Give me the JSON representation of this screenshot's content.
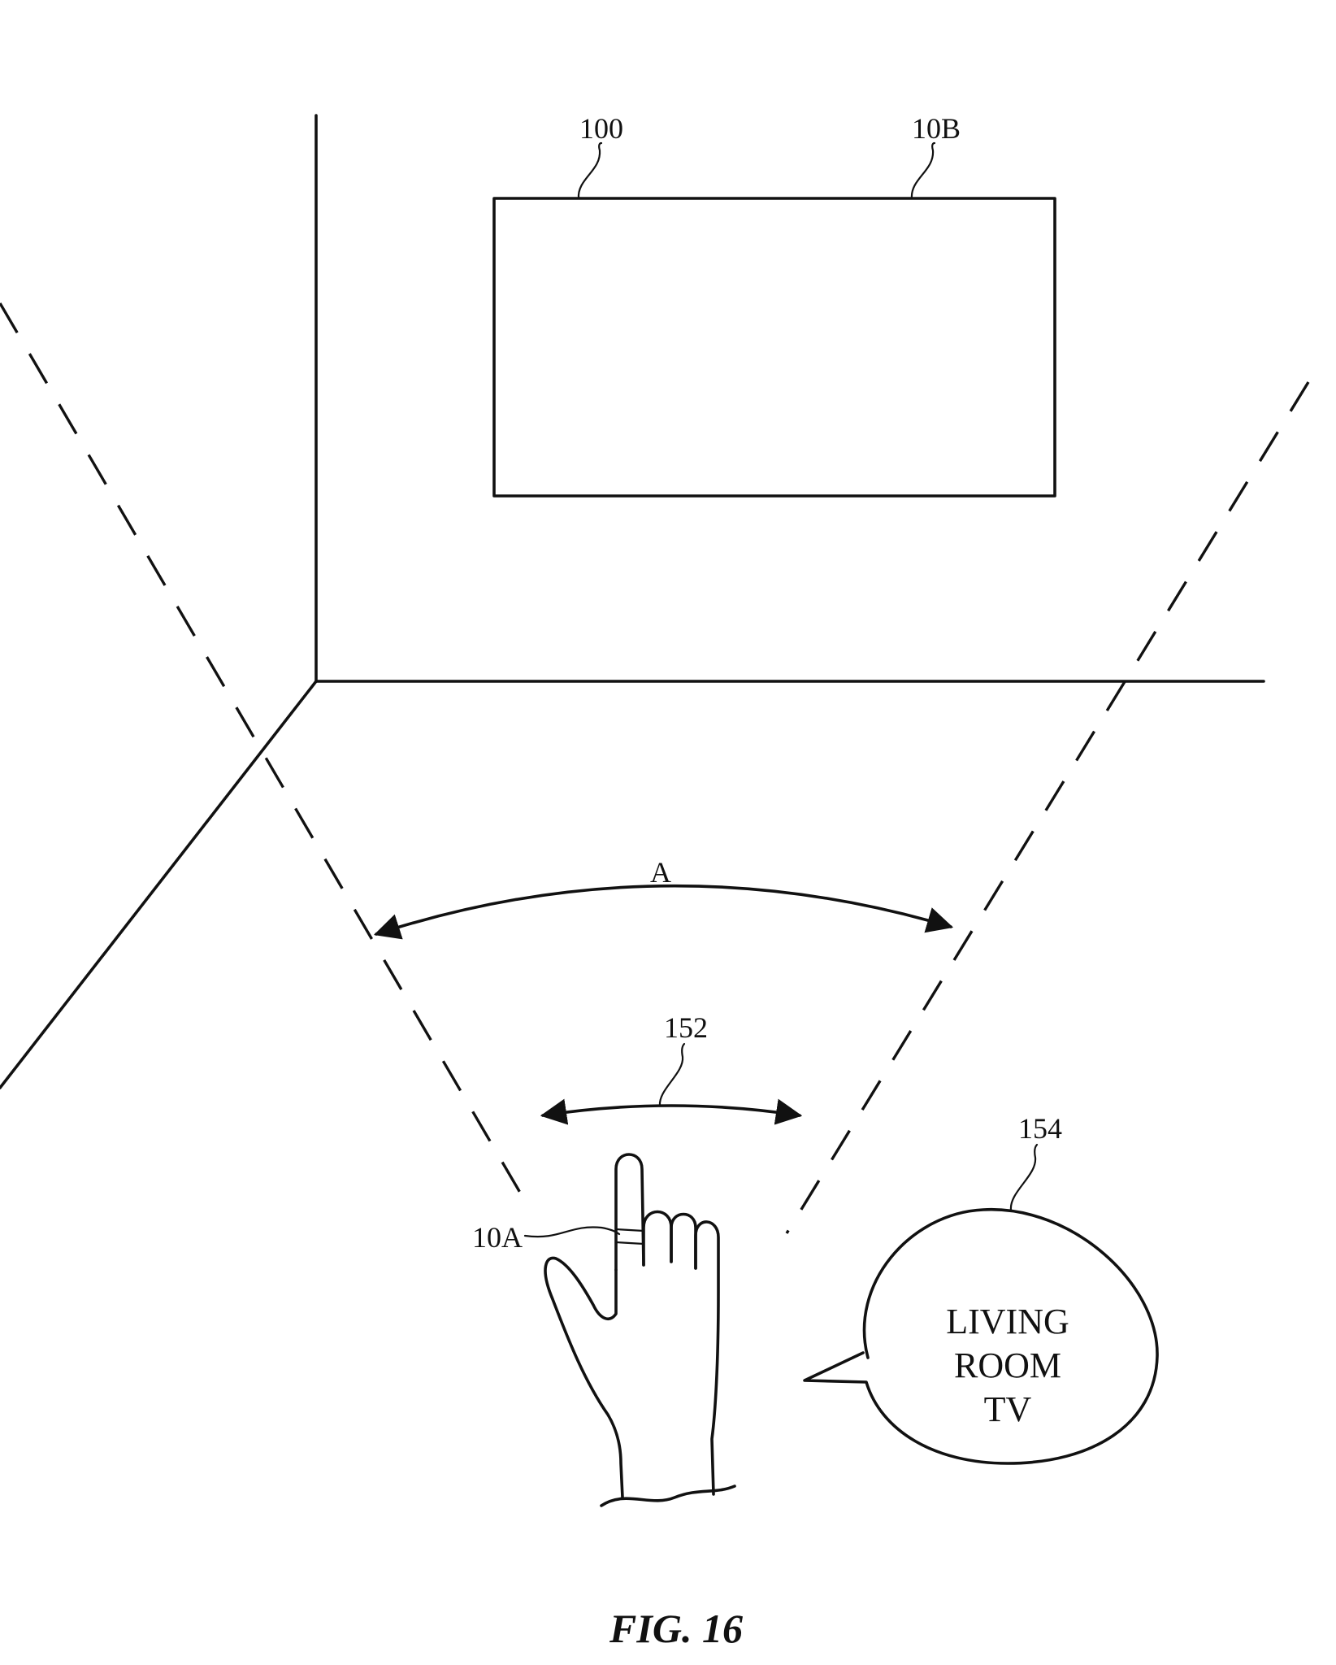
{
  "labels": {
    "device": "100",
    "tv": "10B",
    "angle": "A",
    "gesture": "152",
    "ring": "10A",
    "callout": "154"
  },
  "bubble": {
    "line1": "LIVING",
    "line2": "ROOM",
    "line3": "TV"
  },
  "figure_caption": "FIG. 16",
  "colors": {
    "line": "#111111",
    "background": "#ffffff"
  }
}
